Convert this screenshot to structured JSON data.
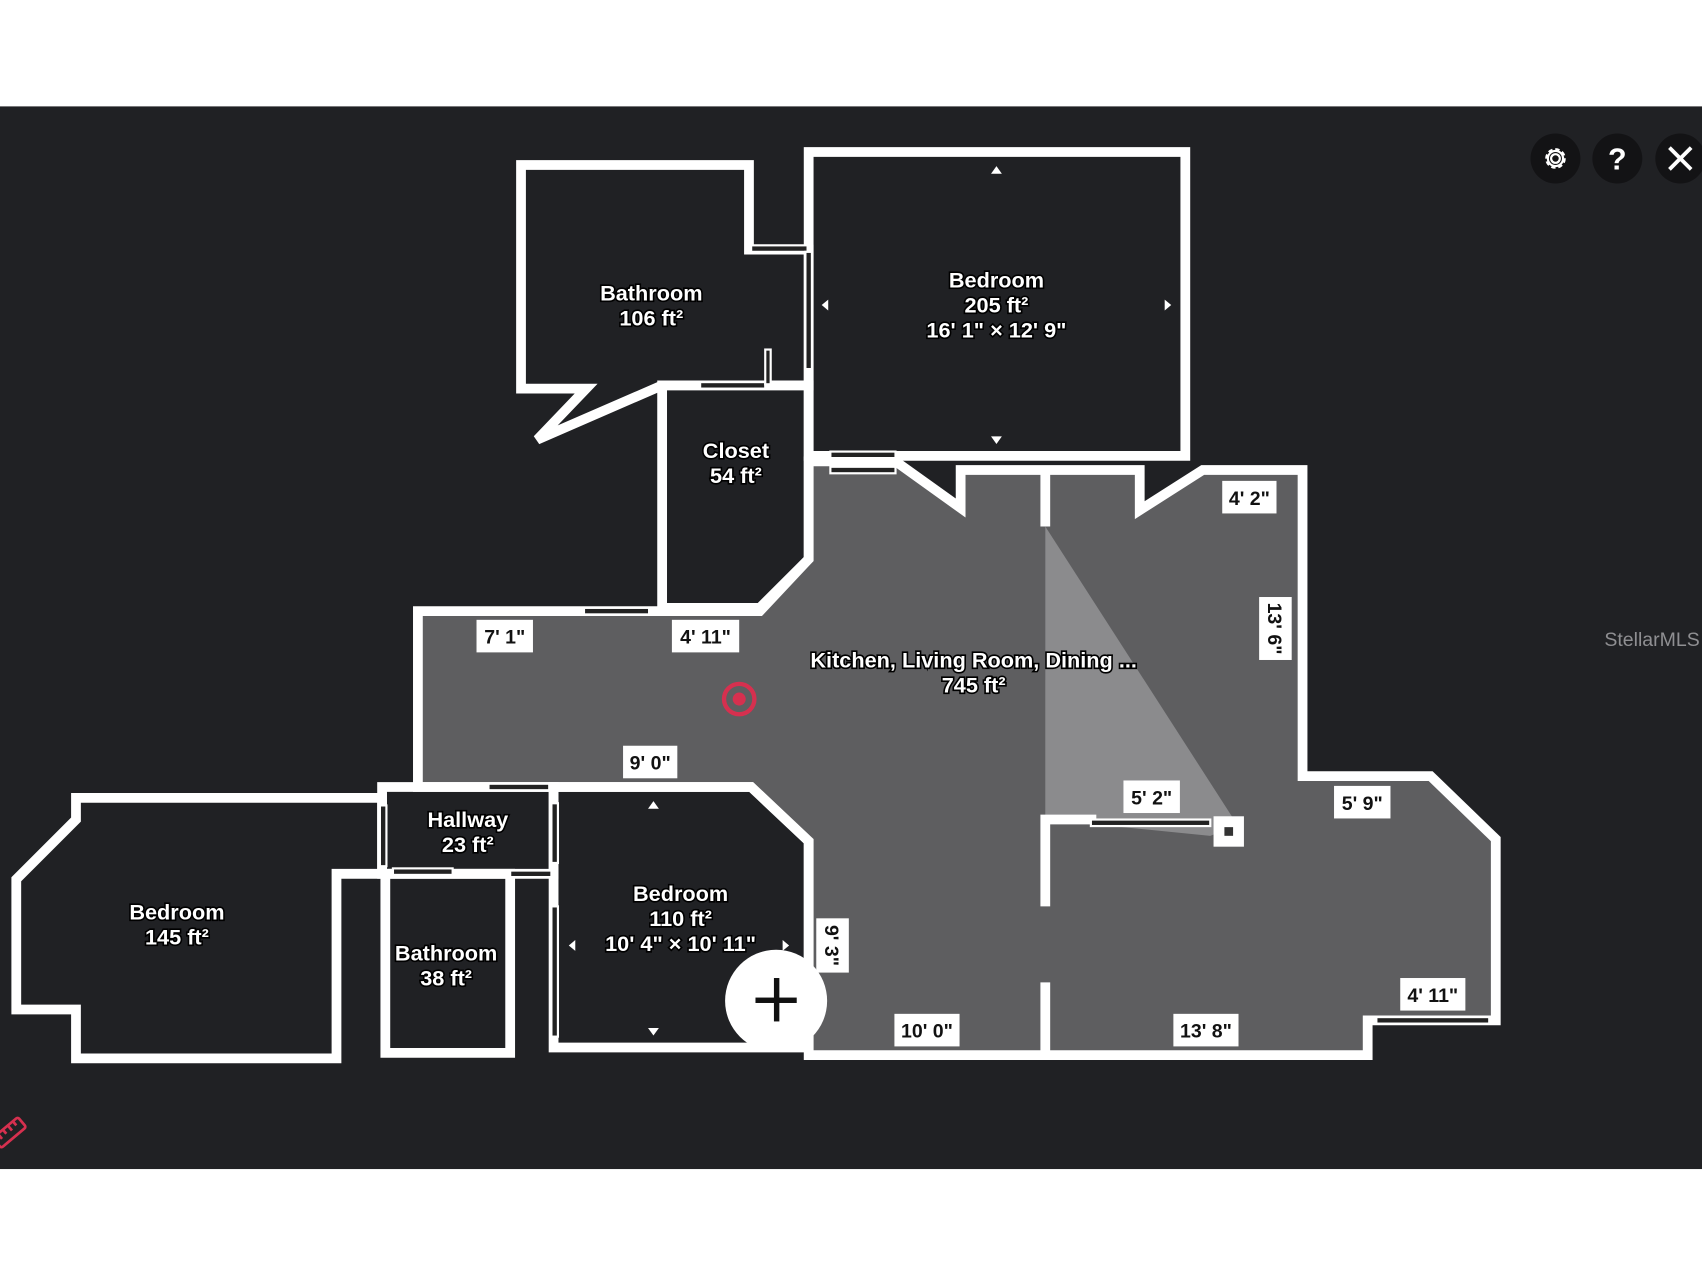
{
  "toolbar": {
    "settings_icon": "gear-icon",
    "help_icon": "question-icon",
    "close_icon": "close-icon",
    "help_glyph": "?"
  },
  "rooms": [
    {
      "name": "Bathroom",
      "area": "106 ft²"
    },
    {
      "name": "Bedroom",
      "area": "205 ft²",
      "dims": "16' 1\" × 12' 9\""
    },
    {
      "name": "Closet",
      "area": "54 ft²"
    },
    {
      "name": "Kitchen, Living Room, Dining ...",
      "area": "745 ft²"
    },
    {
      "name": "Hallway",
      "area": "23 ft²"
    },
    {
      "name": "Bedroom",
      "area": "145 ft²"
    },
    {
      "name": "Bathroom",
      "area": "38 ft²"
    },
    {
      "name": "Bedroom",
      "area": "110 ft²",
      "dims": "10' 4\" × 10' 11\""
    }
  ],
  "dimensions": [
    "7' 1\"",
    "4' 11\"",
    "9' 0\"",
    "4' 2\"",
    "13' 6\"",
    "5' 2\"",
    "5' 9\"",
    "9' 3\"",
    "10' 0\"",
    "13' 8\"",
    "4' 11\""
  ],
  "watermark": "StellarMLS",
  "colors": {
    "background": "#202124",
    "floor": "#5e5e60",
    "accent": "#d6304f",
    "wall": "#ffffff"
  },
  "add_button_icon": "plus-icon",
  "measure_icon": "ruler-icon",
  "position_marker_icon": "target-icon"
}
